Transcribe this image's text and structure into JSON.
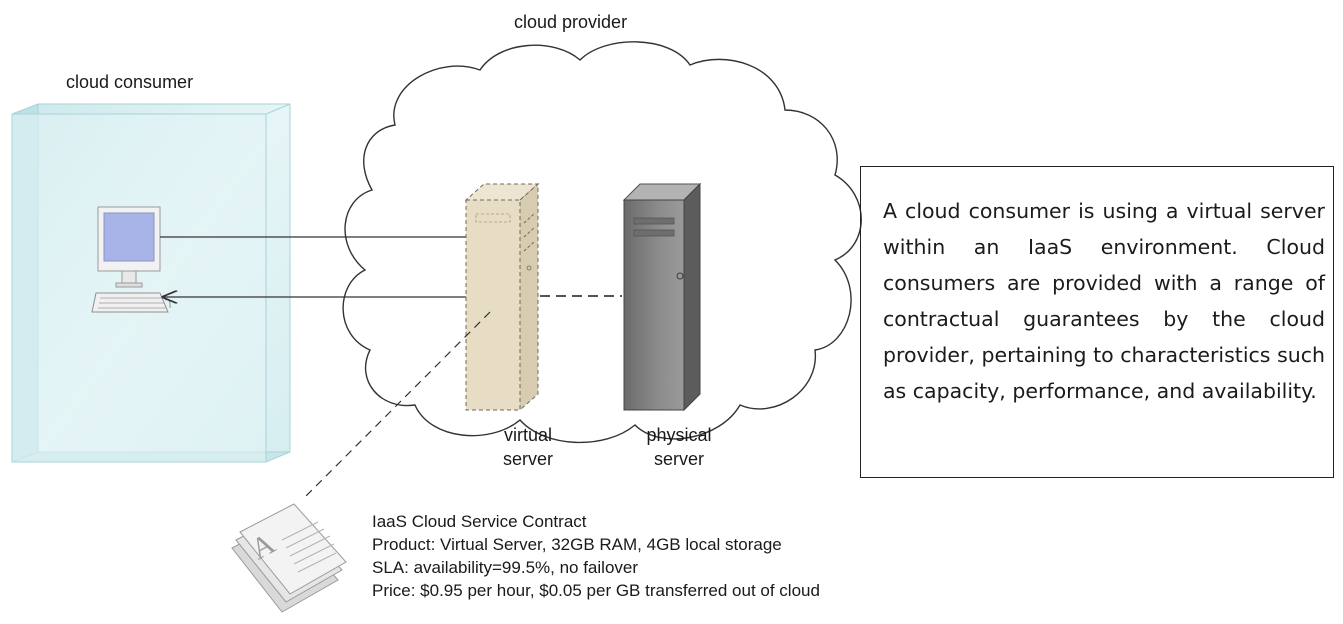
{
  "labels": {
    "cloud_consumer": "cloud consumer",
    "cloud_provider": "cloud provider",
    "virtual_server": "virtual\nserver",
    "physical_server": "physical\nserver"
  },
  "contract": {
    "title": "IaaS Cloud Service Contract",
    "product": "Product: Virtual Server, 32GB RAM, 4GB local storage",
    "sla": "SLA: availability=99.5%, no failover",
    "price": "Price: $0.95 per hour, $0.05 per GB transferred out of cloud"
  },
  "description": "A cloud consumer is using a virtual server within an IaaS environment. Cloud consumers are provided with a range of contractual guarantees by the cloud provider, pertaining to characteristics such as capacity, performance, and availability.",
  "colors": {
    "consumer_box": "#d3ecef",
    "cloud_stroke": "#333333",
    "virtual_server": "#e7dcc4",
    "physical_server": "#7c7c7c",
    "monitor_screen": "#a8b4e8"
  },
  "icons": {
    "workstation": "desktop-computer-icon",
    "virtual_server": "virtual-server-icon",
    "physical_server": "physical-server-icon",
    "contract": "document-stack-icon"
  }
}
